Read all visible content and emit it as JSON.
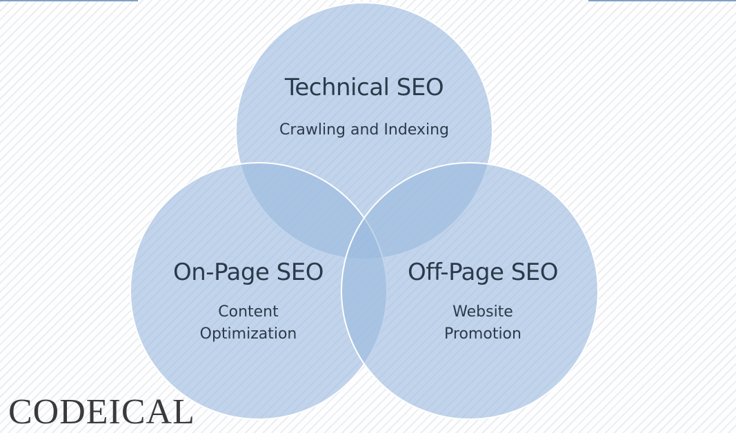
{
  "diagram": {
    "circles": [
      {
        "id": "technical",
        "title": "Technical SEO",
        "subtitle_lines": [
          "Crawling and Indexing"
        ]
      },
      {
        "id": "on_page",
        "title": "On-Page SEO",
        "subtitle_lines": [
          "Content",
          "Optimization"
        ]
      },
      {
        "id": "off_page",
        "title": "Off-Page SEO",
        "subtitle_lines": [
          "Website",
          "Promotion"
        ]
      }
    ],
    "fill_color": "#9bb9df",
    "stroke_color": "#ffffff"
  },
  "watermark": {
    "text": "CODEICAL"
  }
}
